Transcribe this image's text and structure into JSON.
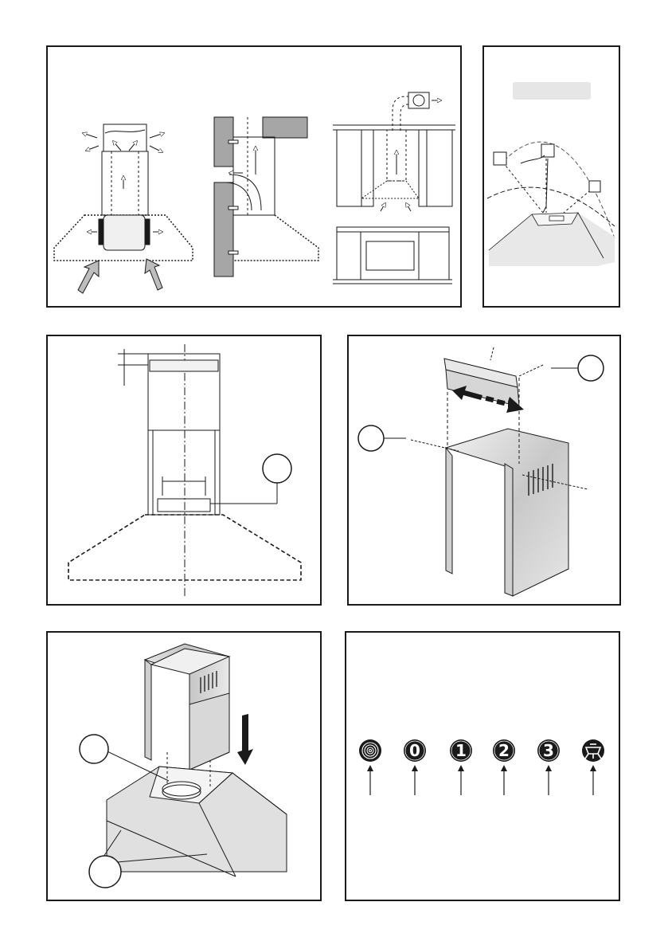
{
  "controls": {
    "buttons": [
      {
        "name": "light-control",
        "icon": "spiral-light-icon",
        "label": ""
      },
      {
        "name": "speed-0",
        "icon": "off-icon",
        "label": "0"
      },
      {
        "name": "speed-1",
        "icon": "speed-one-icon",
        "label": "1"
      },
      {
        "name": "speed-2",
        "icon": "speed-two-icon",
        "label": "2"
      },
      {
        "name": "speed-3",
        "icon": "speed-three-icon",
        "label": "3"
      },
      {
        "name": "lamp-control",
        "icon": "lamp-icon",
        "label": ""
      }
    ],
    "button_fill": "#1a1a1a",
    "button_text": "#ffffff"
  },
  "colors": {
    "line": "#1a1a1a",
    "wall": "#a6a6a6",
    "steel": "#dcdcdc"
  }
}
